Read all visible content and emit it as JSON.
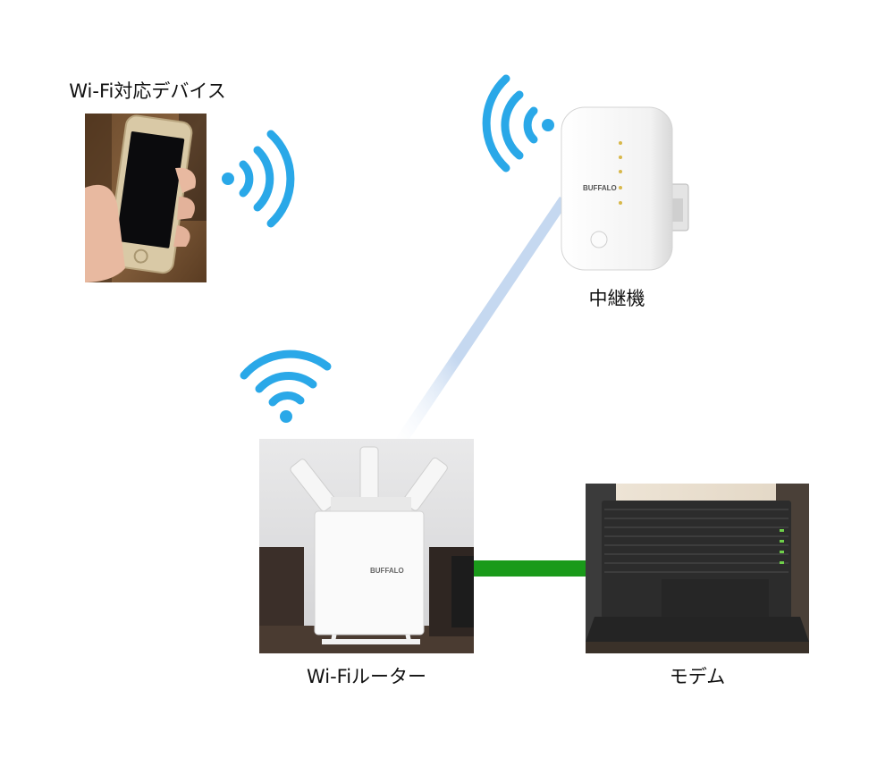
{
  "nodes": {
    "device": {
      "label": "Wi-Fi対応デバイス"
    },
    "repeater": {
      "label": "中継機"
    },
    "router": {
      "label": "Wi-Fiルーター"
    },
    "modem": {
      "label": "モデム"
    }
  },
  "links": {
    "router_repeater": {
      "type": "wireless",
      "color": "#c5d8f0"
    },
    "router_modem": {
      "type": "wired",
      "color": "#1a9a1a"
    }
  },
  "wifi_signal_color": "#2aa8e8",
  "logos": {
    "buffalo": "BUFFALO"
  }
}
